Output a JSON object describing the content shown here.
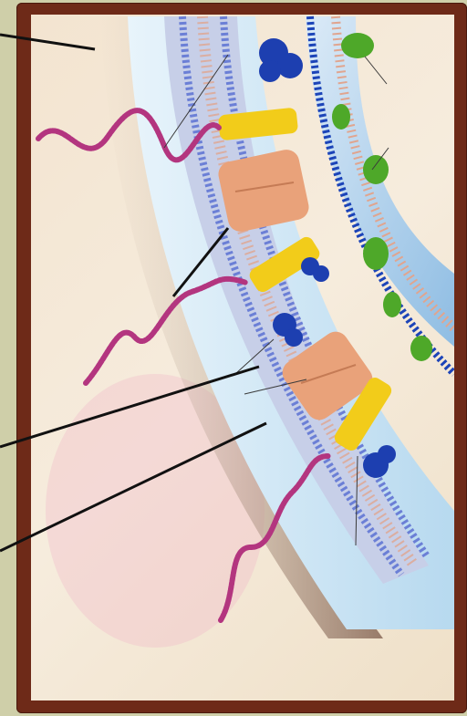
{
  "figure": {
    "title": "",
    "kind": "cell-membrane-illustration",
    "labels": []
  },
  "colors": {
    "background": "#cfcfa9",
    "frame": "#6e2a18",
    "panel": "#f3e4d0",
    "outer_membrane_fluid": "#c8e3f2",
    "phospholipid_head": "#6b7fd6",
    "channel_protein": "#e9a27a",
    "yellow_protein": "#f2cc1a",
    "blue_protein": "#1d3fb0",
    "green_protein": "#4ea829",
    "glycoprotein_chain": "#b3357f"
  },
  "leader_lines": [
    {
      "name": "leader-line-1"
    },
    {
      "name": "leader-line-2"
    },
    {
      "name": "leader-line-3"
    },
    {
      "name": "leader-line-4"
    },
    {
      "name": "leader-line-5"
    }
  ]
}
